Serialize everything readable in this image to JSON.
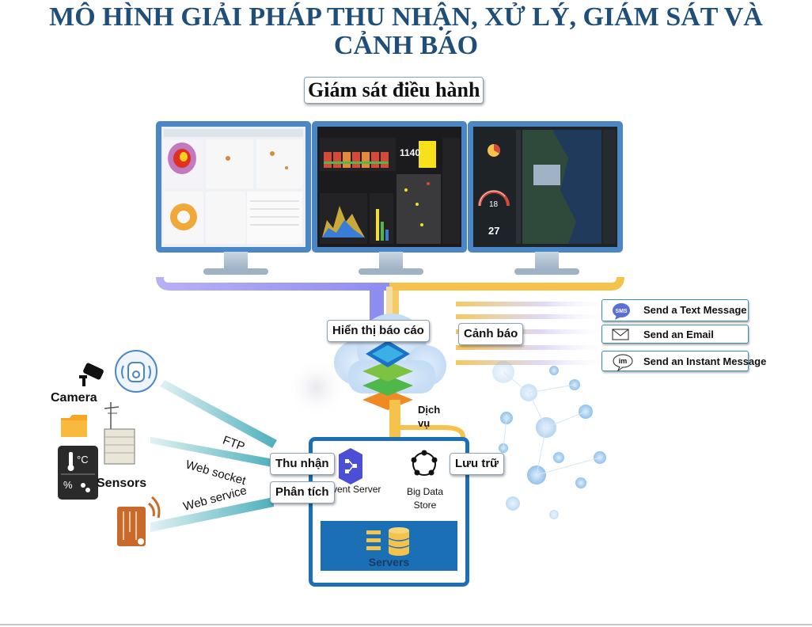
{
  "title": {
    "line1": "MÔ HÌNH GIẢI PHÁP THU NHẬN, XỬ LÝ, GIÁM SÁT VÀ",
    "line2": "CẢNH BÁO"
  },
  "monitoring": {
    "label": "Giám sát điều hành"
  },
  "dashboard_numbers": {
    "big": "1140",
    "gauge": "18",
    "counter": "27"
  },
  "reporting": {
    "label": "Hiển thị báo cáo"
  },
  "alerts": {
    "label": "Cảnh báo",
    "channels": [
      {
        "icon": "sms-icon",
        "icon_text": "SMS",
        "label": "Send a Text Message"
      },
      {
        "icon": "envelope-icon",
        "label": "Send an Email"
      },
      {
        "icon": "instant-message-icon",
        "icon_text": "im",
        "label": "Send an Instant Message"
      }
    ]
  },
  "service": {
    "label_line1": "Dịch",
    "label_line2": "vụ"
  },
  "sources": {
    "camera": "Camera",
    "sensors": "Sensors",
    "sensor_symbols": {
      "temp": "°C",
      "humidity": "%"
    }
  },
  "protocols": {
    "ftp": "FTP",
    "websocket": "Web socket",
    "webservice": "Web service"
  },
  "server": {
    "ingest": "Thu nhận",
    "analysis": "Phân tích",
    "storage": "Lưu trữ",
    "event_server": "Event Server",
    "big_data_line1": "Big Data",
    "big_data_line2": "Store",
    "servers": "Servers"
  },
  "colors": {
    "title": "#1f4e79",
    "monitor_frame": "#4b86c6",
    "bus_purple": "#8f8cf0",
    "bus_orange": "#f5c24c",
    "server_blue": "#1a6fb5",
    "teal_link": "#3aa6b4"
  }
}
